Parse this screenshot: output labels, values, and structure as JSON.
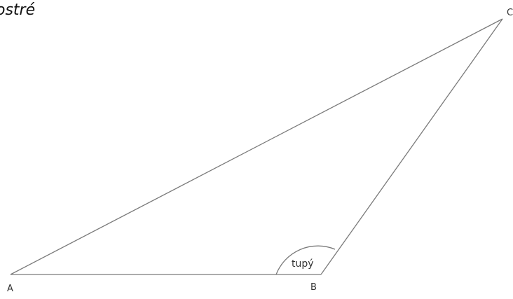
{
  "caption": "ostré",
  "vertices": {
    "a": "A",
    "b": "B",
    "c": "C"
  },
  "angle_label": "tupý",
  "colors": {
    "line": "#7a7a7a",
    "text": "#333333",
    "caption": "#111111"
  }
}
